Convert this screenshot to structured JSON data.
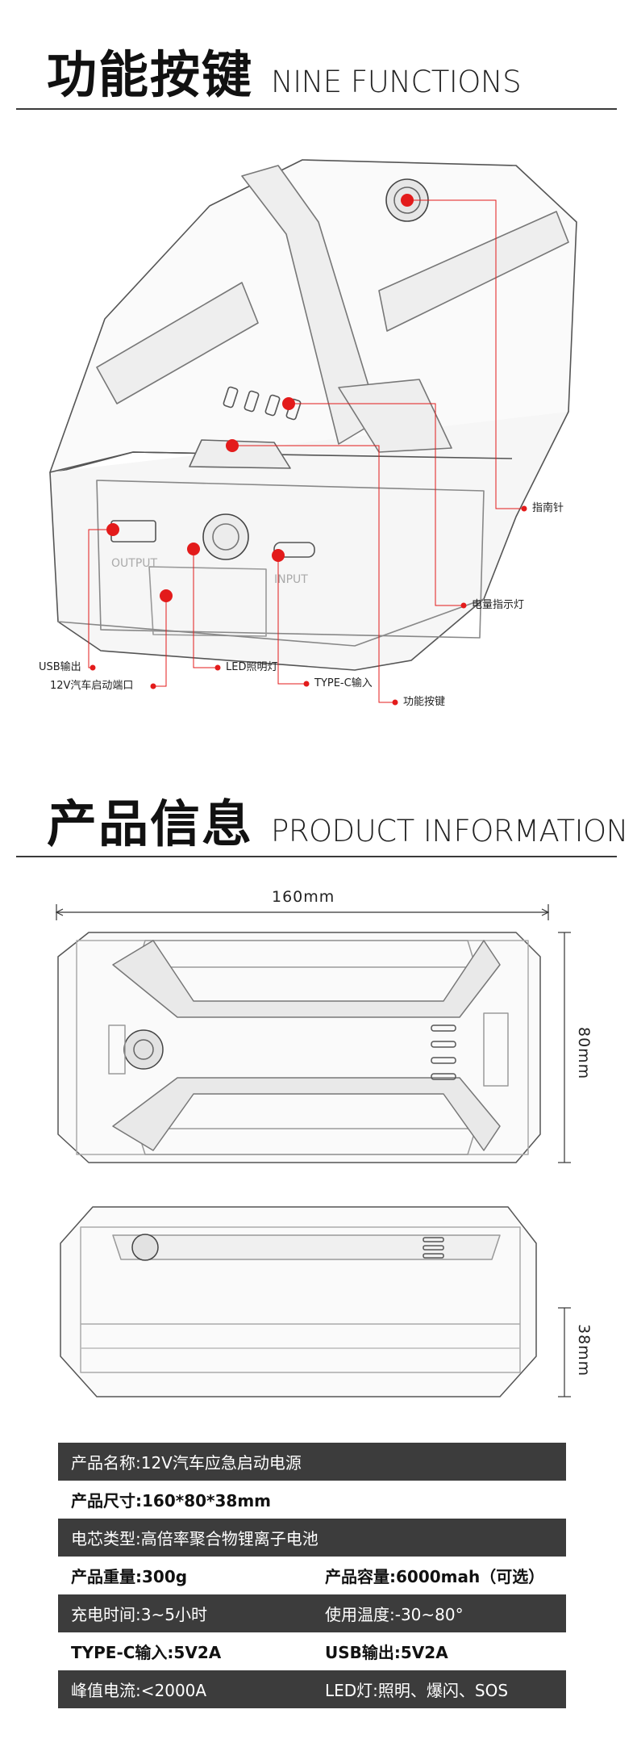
{
  "section1": {
    "title_cn": "功能按键",
    "title_en": "NINE FUNCTIONS"
  },
  "callouts": {
    "compass": "指南针",
    "battery_indicator": "电量指示灯",
    "usb_output": "USB输出",
    "car_start_port": "12V汽车启动端口",
    "led_light": "LED照明灯",
    "typec_input": "TYPE-C输入",
    "function_button": "功能按键"
  },
  "device_panel": {
    "output_text": "OUTPUT",
    "input_text": "INPUT"
  },
  "section2": {
    "title_cn": "产品信息",
    "title_en": "PRODUCT INFORMATION"
  },
  "dimensions": {
    "length": "160mm",
    "width": "80mm",
    "height": "38mm"
  },
  "specs": [
    {
      "style": "dark",
      "cells": [
        "产品名称:12V汽车应急启动电源"
      ]
    },
    {
      "style": "light",
      "cells": [
        "产品尺寸:160*80*38mm"
      ]
    },
    {
      "style": "dark",
      "cells": [
        "电芯类型:高倍率聚合物锂离子电池"
      ]
    },
    {
      "style": "light",
      "cells": [
        "产品重量:300g",
        "产品容量:6000mah（可选）"
      ]
    },
    {
      "style": "dark",
      "cells": [
        "充电时间:3~5小时",
        "使用温度:-30~80°"
      ]
    },
    {
      "style": "light",
      "cells": [
        "TYPE-C输入:5V2A",
        "USB输出:5V2A"
      ]
    },
    {
      "style": "dark",
      "cells": [
        "峰值电流:<2000A",
        "LED灯:照明、爆闪、SOS"
      ]
    }
  ],
  "colors": {
    "accent": "#e31b1b",
    "row_dark": "#3c3c3c",
    "rule": "#3a3a3a"
  }
}
